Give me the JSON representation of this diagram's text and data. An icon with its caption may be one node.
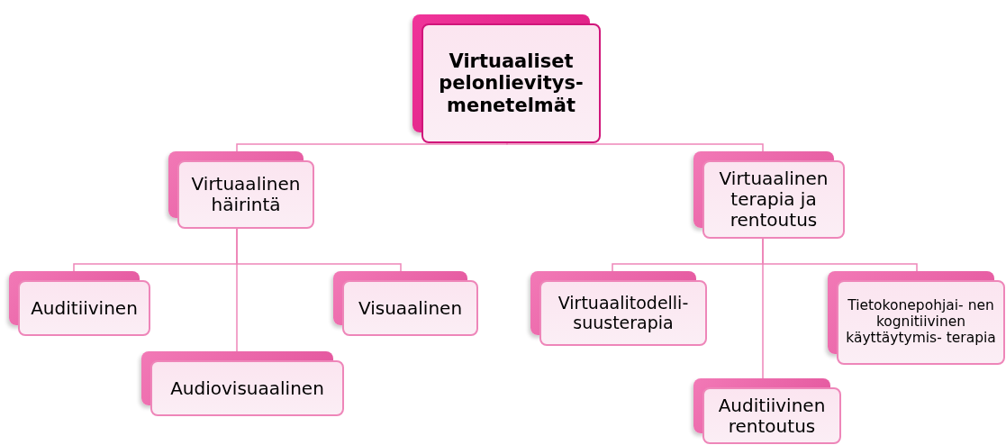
{
  "diagram": {
    "nodes": [
      {
        "text": [
          "Virtuaaliset pelonlievitys- menetelmät"
        ]
      },
      {
        "text": [
          "Virtuaalinen häirintä"
        ]
      },
      {
        "text": [
          "Virtuaalinen terapia ja rentoutus"
        ]
      },
      {
        "text": [
          "Auditiivinen"
        ]
      },
      {
        "text": [
          "Visuaalinen"
        ]
      },
      {
        "text": [
          "Audiovisuaalinen"
        ]
      },
      {
        "text": [
          "Virtuaalitodelli- suusterapia"
        ]
      },
      {
        "text": [
          "Tietokonepohjai- nen kognitiivinen käyttäytymis- terapia"
        ]
      },
      {
        "text": [
          "Auditiivinen rentoutus"
        ]
      }
    ],
    "edges": [
      {
        "from": 0,
        "to": 1,
        "arrow": "none"
      },
      {
        "from": 0,
        "to": 2,
        "arrow": "none"
      },
      {
        "from": 1,
        "to": 3,
        "arrow": "none"
      },
      {
        "from": 1,
        "to": 4,
        "arrow": "none"
      },
      {
        "from": 1,
        "to": 5,
        "arrow": "none"
      },
      {
        "from": 2,
        "to": 6,
        "arrow": "none"
      },
      {
        "from": 2,
        "to": 7,
        "arrow": "none"
      },
      {
        "from": 2,
        "to": 8,
        "arrow": "none"
      }
    ]
  }
}
